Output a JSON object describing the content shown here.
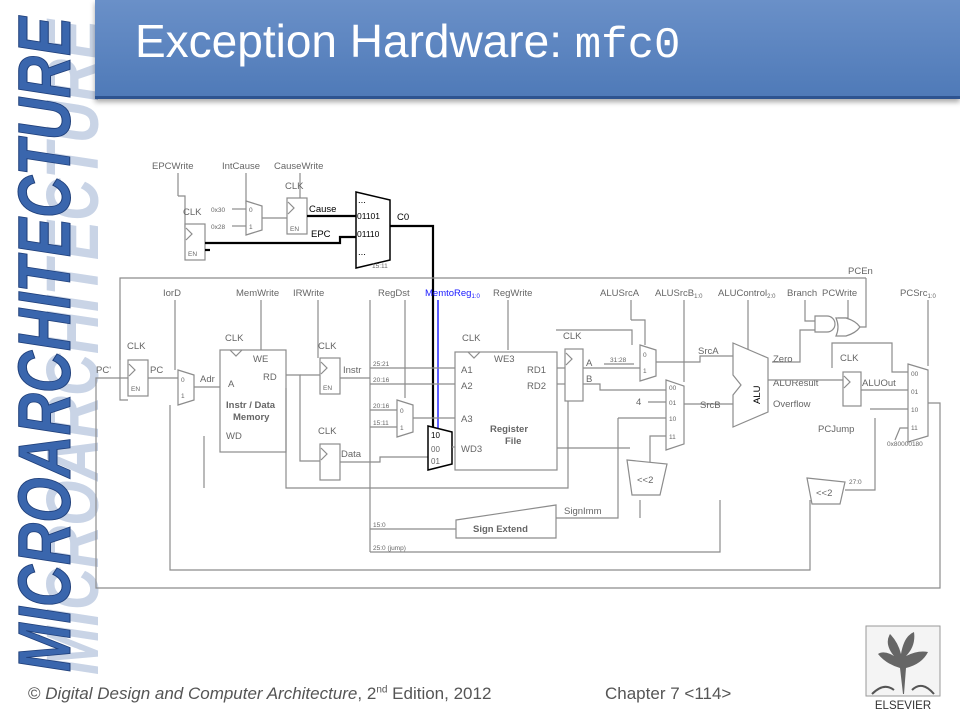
{
  "slide": {
    "title_prefix": "Exception Hardware:",
    "title_code": "mfc0",
    "side_banner": "MICROARCHITECTURE",
    "footer_copyright": "©",
    "footer_book": "Digital Design and Computer Architecture",
    "footer_edition_pre": ", 2",
    "footer_edition_sup": "nd",
    "footer_edition_post": " Edition, 2012",
    "footer_chapter": "Chapter 7",
    "footer_page": "<114>",
    "publisher": "ELSEVIER"
  },
  "colors": {
    "title_bar": "#4f7ab8",
    "banner_text": "#3a66ad",
    "highlight_line": "#1a1aff",
    "wire_gray": "#8c8c8c",
    "wire_black": "#000000"
  },
  "diagram": {
    "top_signals": [
      "EPCWrite",
      "IntCause",
      "CauseWrite"
    ],
    "clk": "CLK",
    "en": "EN",
    "intcause_inputs": [
      "0x30",
      "0x28"
    ],
    "mux01": [
      "0",
      "1"
    ],
    "cop0_rows": [
      "...",
      "Cause",
      "01101",
      "EPC",
      "01110",
      "..."
    ],
    "cop0_out": "C0",
    "cop0_sel": "15:11",
    "control_signals": [
      "IorD",
      "MemWrite",
      "IRWrite",
      "RegDst",
      "MemtoReg",
      "RegWrite",
      "ALUSrcA",
      "ALUSrcB",
      "ALUControl",
      "Branch",
      "PCWrite",
      "PCSrc"
    ],
    "memtoreg_sub": "1:0",
    "alusrcb_sub": "1:0",
    "alucontrol_sub": "2:0",
    "pcsrc_sub": "1:0",
    "pcen": "PCEn",
    "pc_prime": "PC'",
    "pc": "PC",
    "adr": "Adr",
    "mem_ports": [
      "WE",
      "A",
      "RD",
      "WD"
    ],
    "mem_name": [
      "Instr / Data",
      "Memory"
    ],
    "instr": "Instr",
    "data": "Data",
    "bits": [
      "25:21",
      "20:16",
      "20:16",
      "15:11",
      "15:0",
      "25:0 (jump)",
      "31:28",
      "27:0"
    ],
    "rf_ports": [
      "WE3",
      "A1",
      "A2",
      "A3",
      "WD3",
      "RD1",
      "RD2"
    ],
    "rf_name": [
      "Register",
      "File"
    ],
    "memtoreg_inputs": [
      "10",
      "00",
      "01"
    ],
    "a_reg": "A",
    "b_reg": "B",
    "srca": "SrcA",
    "srcb": "SrcB",
    "srcb_inputs": [
      "00",
      "01",
      "10",
      "11"
    ],
    "four": "4",
    "alu": "ALU",
    "zero": "Zero",
    "aluresult": "ALUResult",
    "overflow": "Overflow",
    "aluout": "ALUOut",
    "pcsrc_inputs": [
      "00",
      "01",
      "10",
      "11"
    ],
    "pcjump": "PCJump",
    "exc_addr": "0x80000180",
    "shift": "<<2",
    "signimm": "SignImm",
    "sign_extend": "Sign Extend"
  }
}
